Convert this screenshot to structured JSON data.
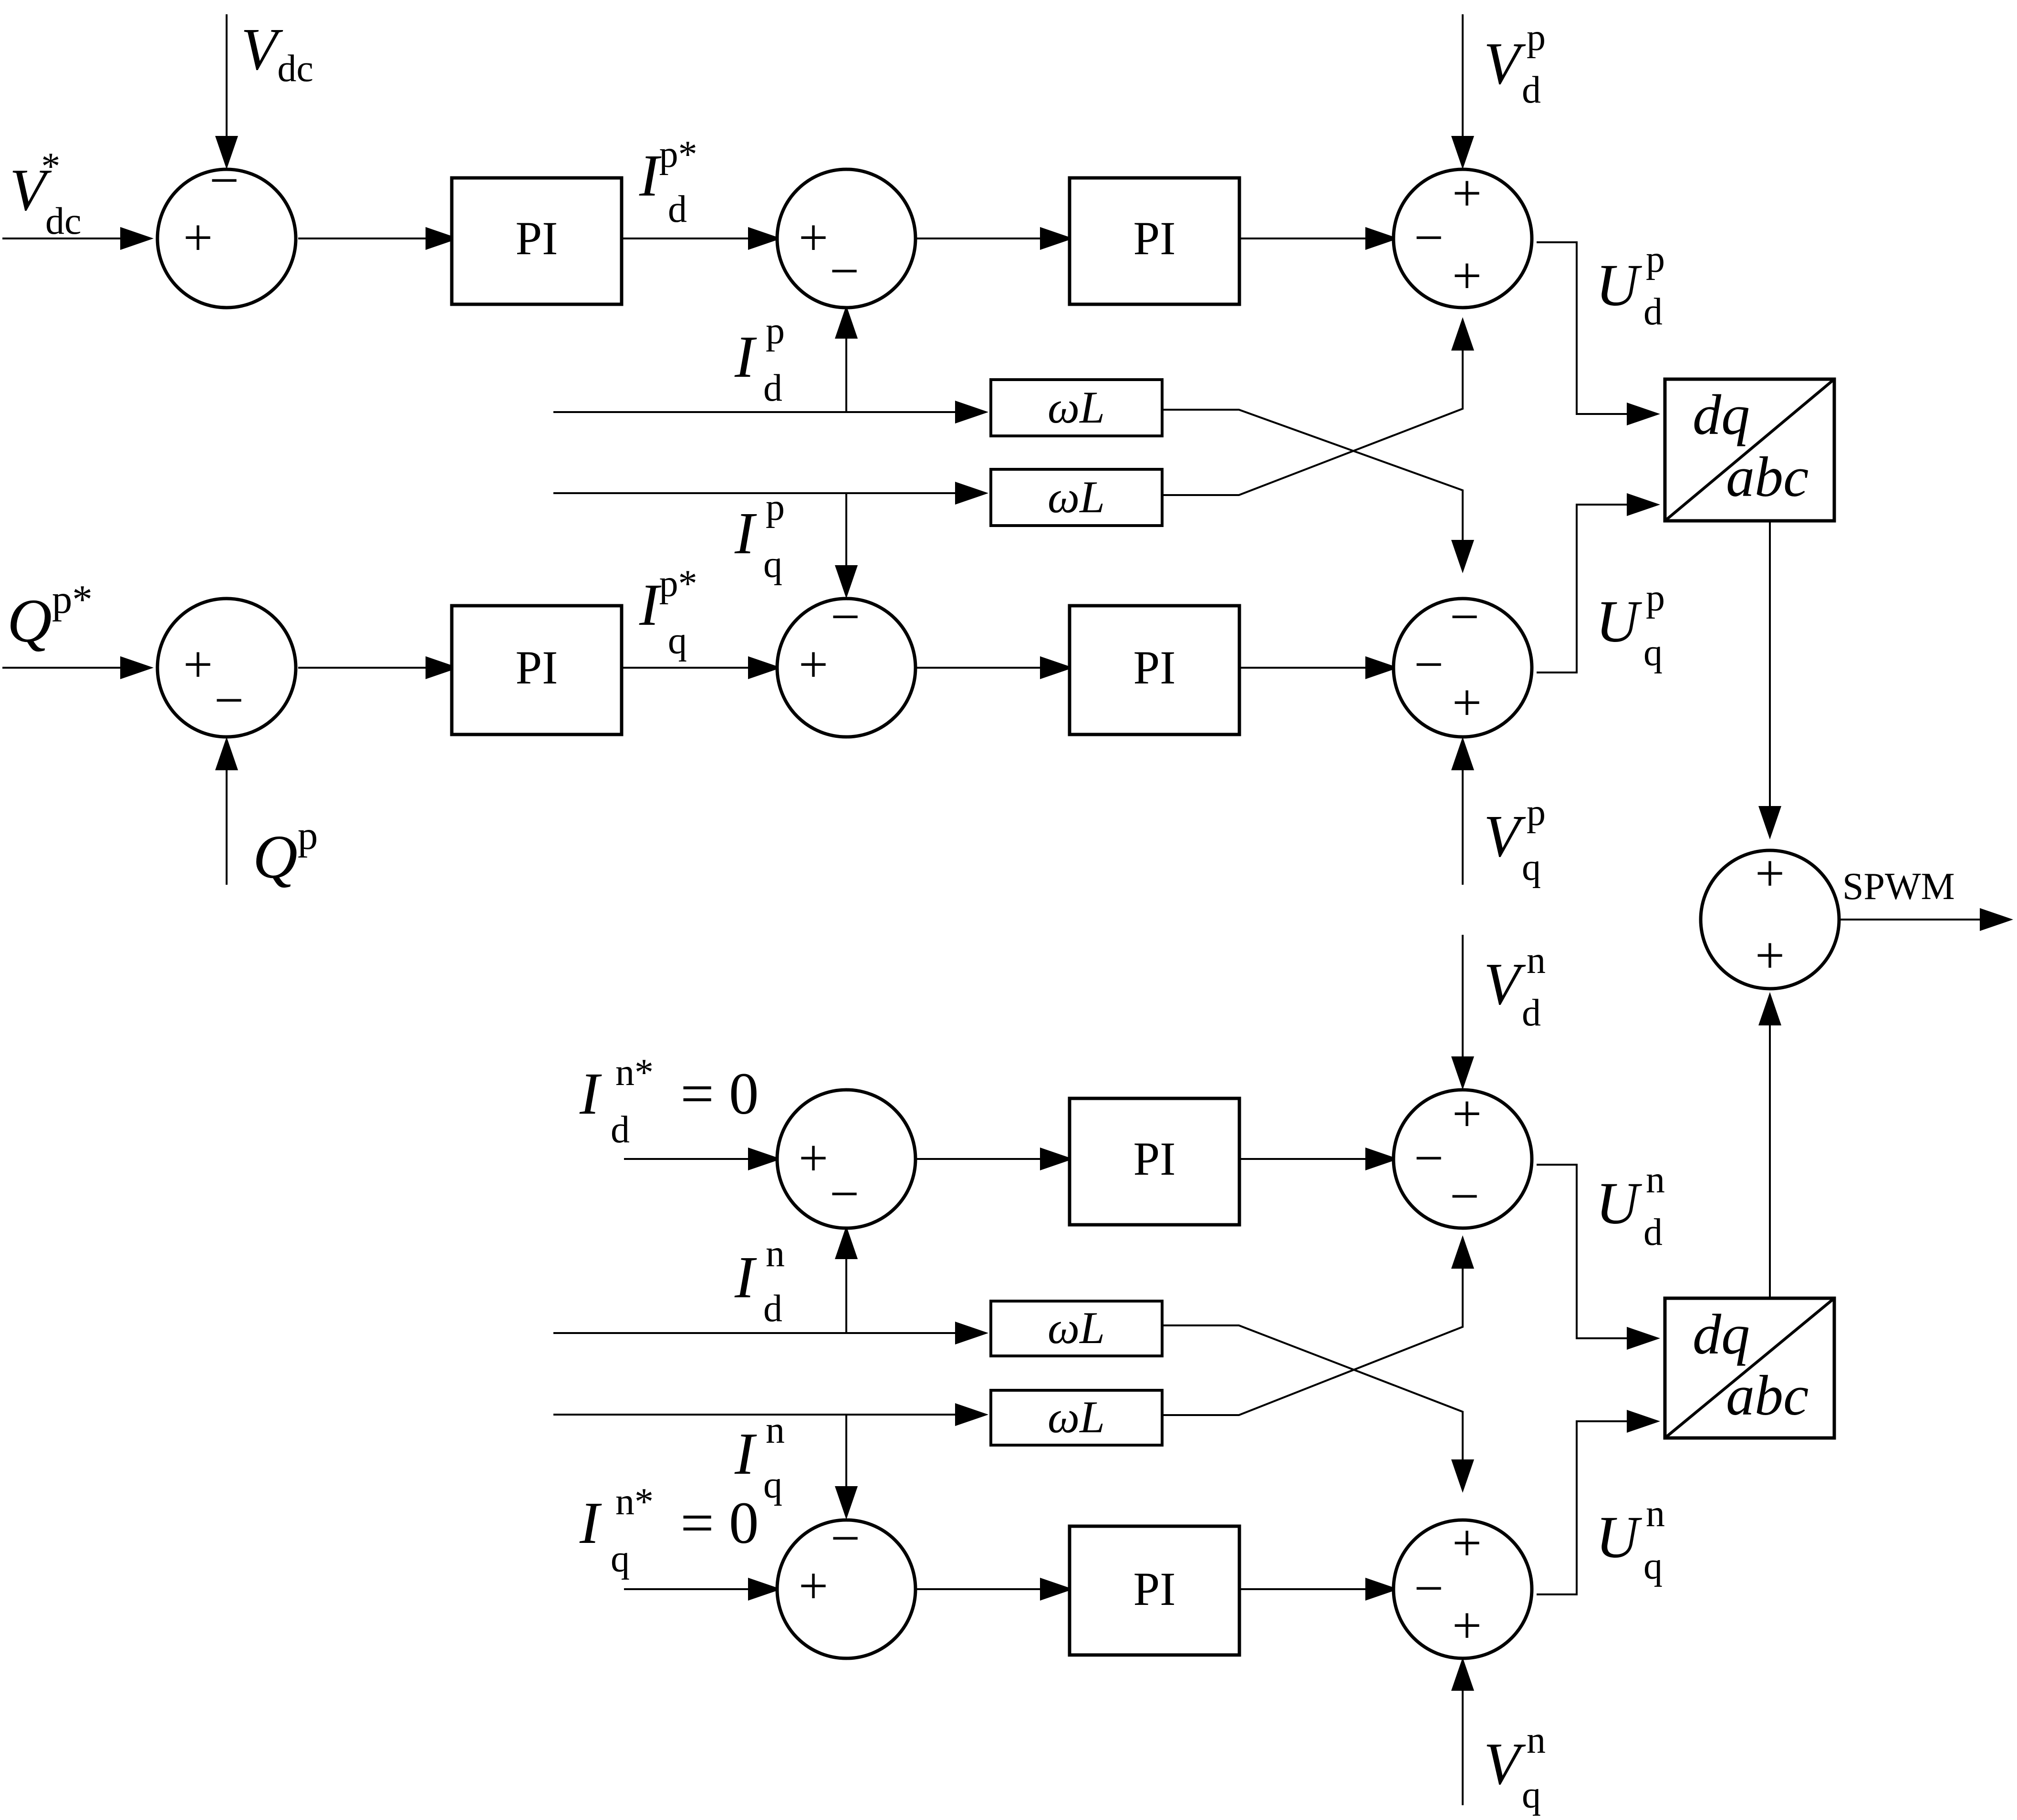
{
  "signs": {
    "plus": "+",
    "minus": "−"
  },
  "blocks": {
    "pi": "PI",
    "omega": "ω",
    "L": "L",
    "dq": "dq",
    "abc": "abc"
  },
  "labels": {
    "Vdc": {
      "base": "V",
      "sub": "dc",
      "sup": ""
    },
    "Vdc_ref": {
      "base": "V",
      "sub": "dc",
      "sup": "*"
    },
    "Id_p_ref": {
      "base": "I",
      "sub": "d",
      "sup": "p*"
    },
    "Id_p": {
      "base": "I",
      "sub": "d",
      "sup": "p"
    },
    "Iq_p": {
      "base": "I",
      "sub": "q",
      "sup": "p"
    },
    "Iq_p_ref": {
      "base": "I",
      "sub": "q",
      "sup": "p*"
    },
    "Q_p_ref": {
      "base": "Q",
      "sup": "p*"
    },
    "Q_p": {
      "base": "Q",
      "sup": "p"
    },
    "Vd_p": {
      "base": "V",
      "sub": "d",
      "sup": "p"
    },
    "Vq_p": {
      "base": "V",
      "sub": "q",
      "sup": "p"
    },
    "Ud_p": {
      "base": "U",
      "sub": "d",
      "sup": "p"
    },
    "Uq_p": {
      "base": "U",
      "sub": "q",
      "sup": "p"
    },
    "Id_n_ref": {
      "base": "I",
      "sub": "d",
      "sup": "n*",
      "tail": " = 0"
    },
    "Iq_n_ref": {
      "base": "I",
      "sub": "q",
      "sup": "n*",
      "tail": " = 0"
    },
    "Id_n": {
      "base": "I",
      "sub": "d",
      "sup": "n"
    },
    "Iq_n": {
      "base": "I",
      "sub": "q",
      "sup": "n"
    },
    "Vd_n": {
      "base": "V",
      "sub": "d",
      "sup": "n"
    },
    "Vq_n": {
      "base": "V",
      "sub": "q",
      "sup": "n"
    },
    "Ud_n": {
      "base": "U",
      "sub": "d",
      "sup": "n"
    },
    "Uq_n": {
      "base": "U",
      "sub": "q",
      "sup": "n"
    },
    "spwm": "SPWM"
  }
}
